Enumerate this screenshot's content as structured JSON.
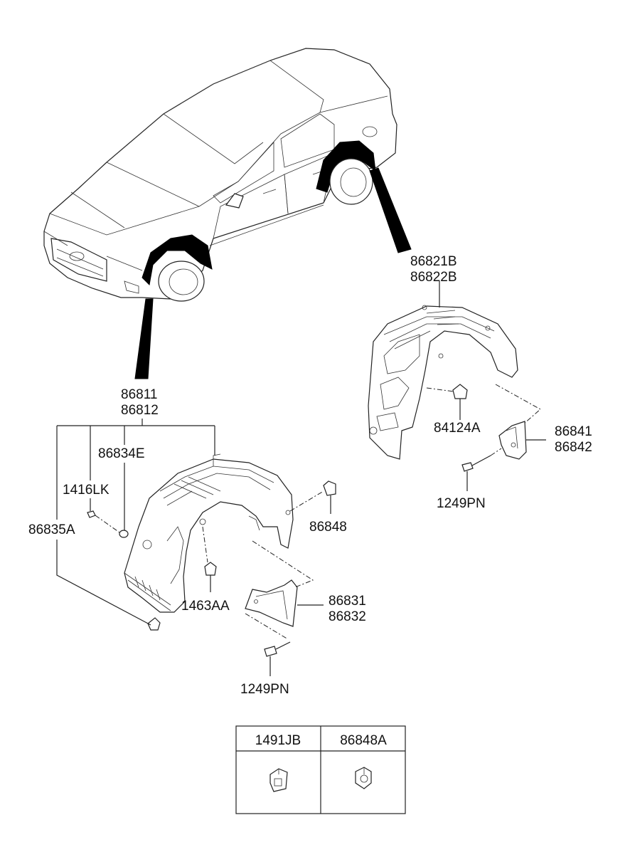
{
  "callouts": {
    "rear_upper": "86821B",
    "rear_lower": "86822B",
    "front_upper": "86811",
    "front_lower": "86812",
    "nut_rear": "84124A",
    "flap_rear_upper": "86841",
    "flap_rear_lower": "86842",
    "screw_rear": "1249PN",
    "seal_front": "86834E",
    "screw_small": "1416LK",
    "clip_lower": "86835A",
    "clip_front": "86848",
    "clip_mid": "1463AA",
    "flap_front_upper": "86831",
    "flap_front_lower": "86832",
    "screw_front": "1249PN"
  },
  "legend_table": {
    "columns": [
      "1491JB",
      "86848A"
    ],
    "icons": [
      "push-clip-square-icon",
      "push-clip-round-icon"
    ]
  }
}
